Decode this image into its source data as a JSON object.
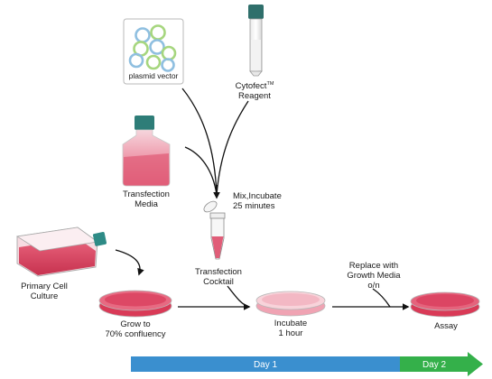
{
  "labels": {
    "plasmid": "plasmid vector",
    "reagent_line1": "Cytofect",
    "reagent_tm": "TM",
    "reagent_line2": "Reagent",
    "media_line1": "Transfection",
    "media_line2": "Media",
    "mix_line1": "Mix,Incubate",
    "mix_line2": "25 minutes",
    "cocktail_line1": "Transfection",
    "cocktail_line2": "Cocktail",
    "primary_line1": "Primary Cell",
    "primary_line2": "Culture",
    "grow_line1": "Grow to",
    "grow_line2": "70% confluency",
    "incubate_line1": "Incubate",
    "incubate_line2": "1 hour",
    "replace_line1": "Replace with",
    "replace_line2": "Growth Media",
    "replace_line3": "o/n",
    "assay": "Assay"
  },
  "timeline": {
    "day1": "Day 1",
    "day2": "Day 2"
  },
  "colors": {
    "media_pink": "#e0516b",
    "dish_deep": "#d93a57",
    "dish_light": "#f3b8c4",
    "cap_teal": "#2e7d78",
    "day1_blue": "#3a8fcf",
    "day2_green": "#34b04a",
    "ring_colors": [
      "#8fbfe0",
      "#a6d67e"
    ]
  }
}
